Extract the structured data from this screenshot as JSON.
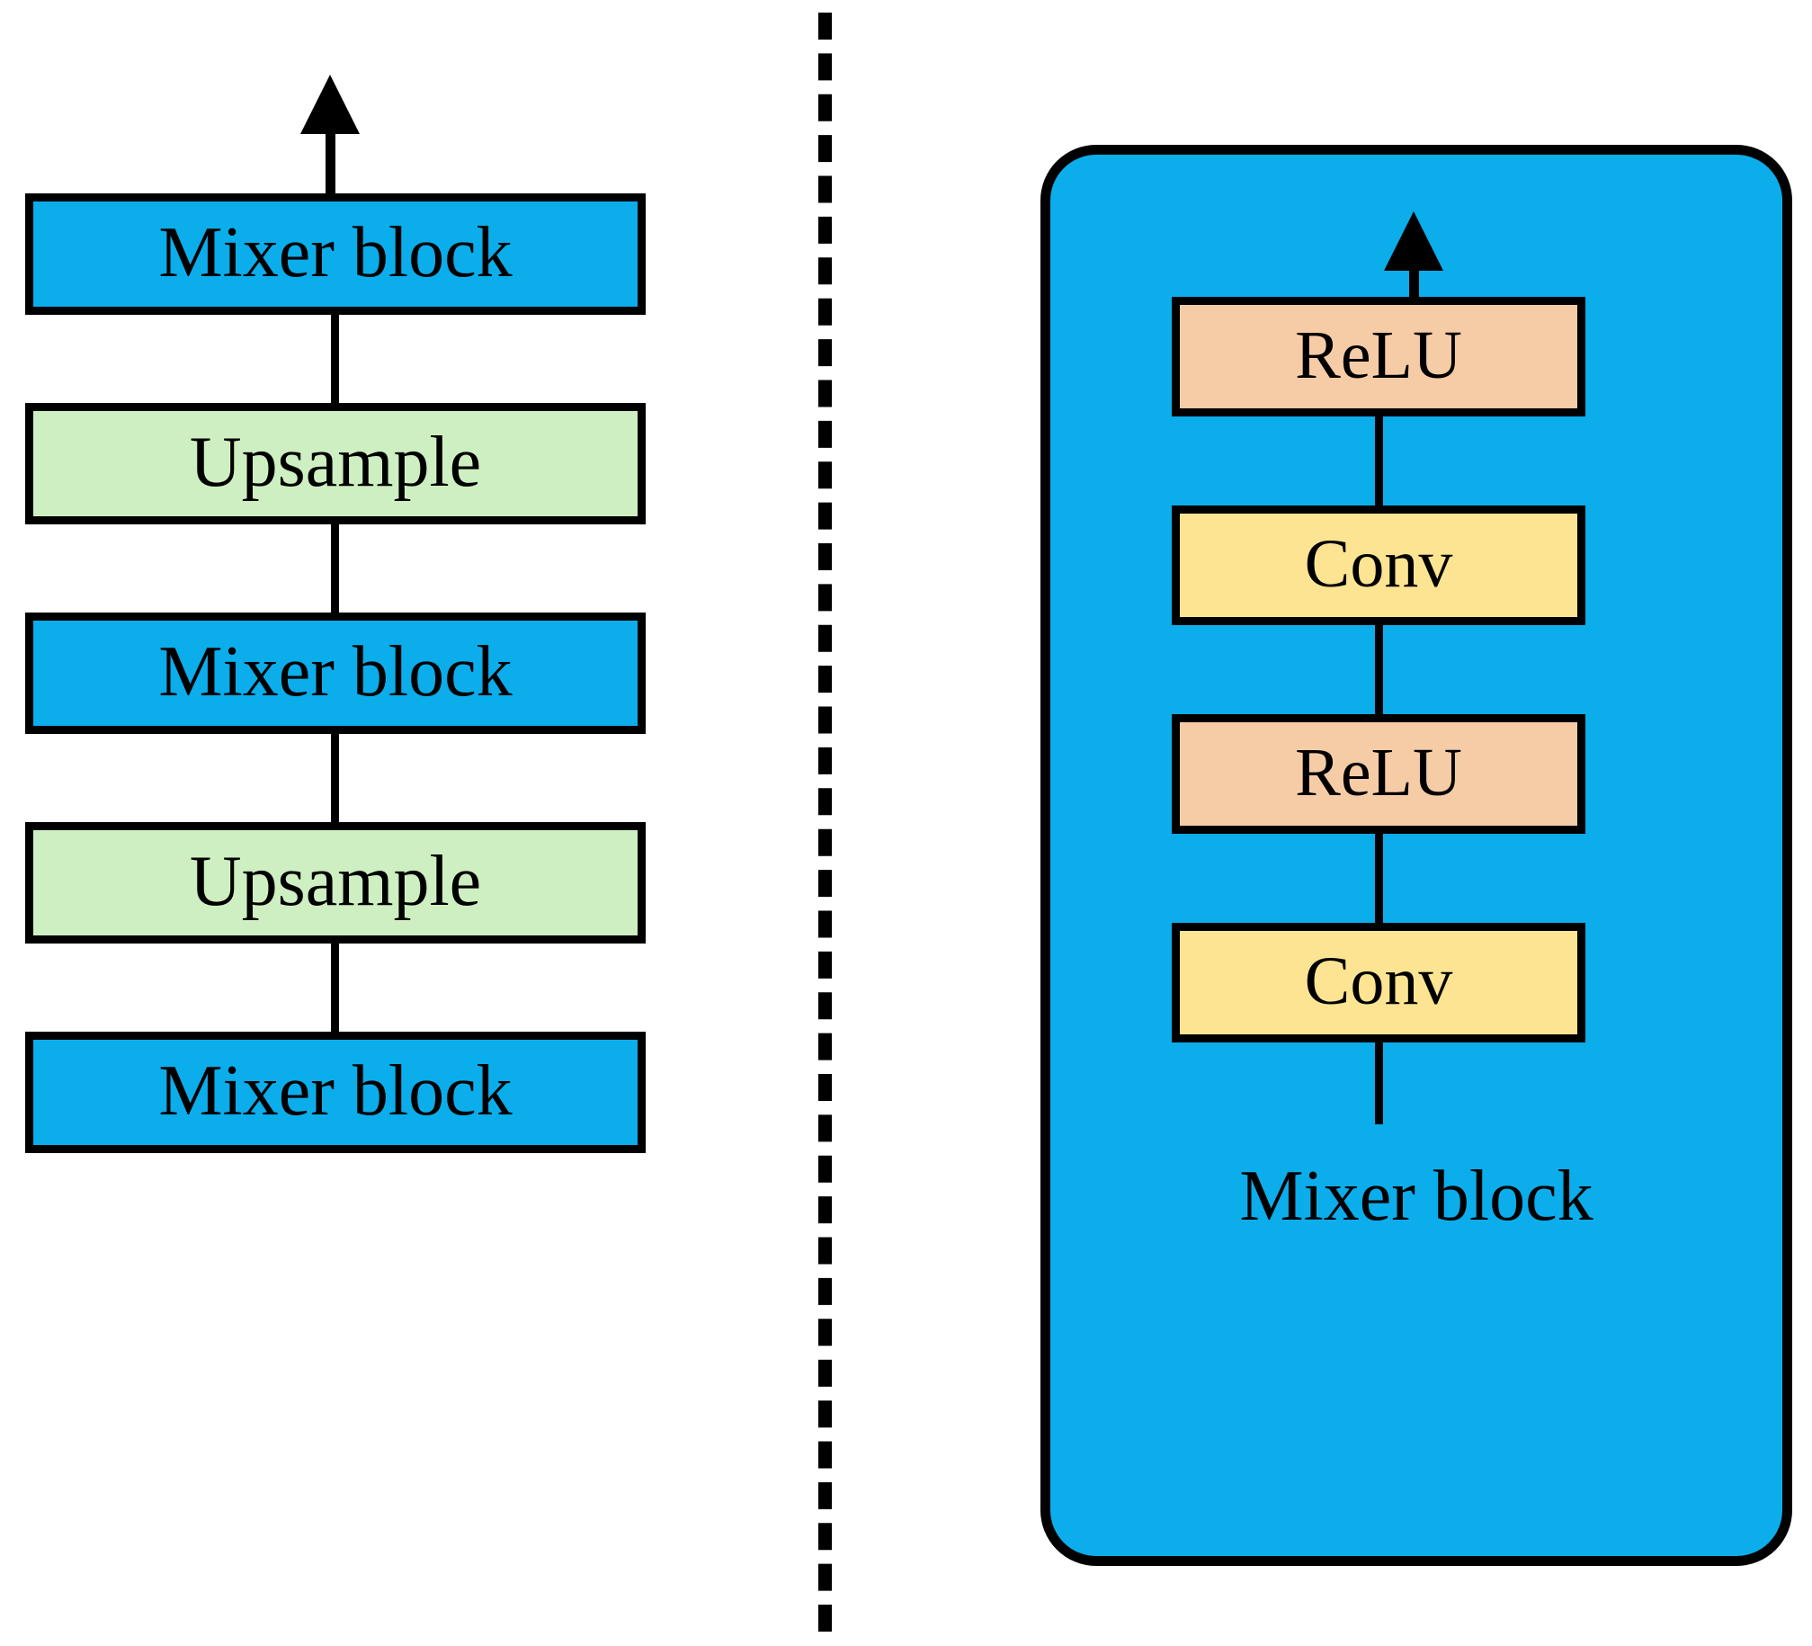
{
  "figure": {
    "type": "diagram",
    "description": "Two-panel neural network architecture diagram: decoder stack on the left, Mixer block internals on the right",
    "background_color": "#FFFFFF",
    "stroke_color": "#000000",
    "divider": {
      "name": "panel-divider",
      "style": "vertical-dashed-line",
      "color": "#000000"
    }
  },
  "colors": {
    "mixer_blue": "#0BADEB",
    "upsample_green": "#CEEFC1",
    "relu_peach": "#F6CCA7",
    "conv_yellow": "#FCE492",
    "outline": "#000000"
  },
  "left_panel": {
    "name": "decoder-stack",
    "flow_direction": "bottom-to-top",
    "output_arrow": {
      "name": "output-arrow",
      "direction": "up"
    },
    "nodes": [
      {
        "label": "Mixer block",
        "kind": "mixer",
        "fill": "#0BADEB"
      },
      {
        "label": "Upsample",
        "kind": "upsample",
        "fill": "#CEEFC1"
      },
      {
        "label": "Mixer block",
        "kind": "mixer",
        "fill": "#0BADEB"
      },
      {
        "label": "Upsample",
        "kind": "upsample",
        "fill": "#CEEFC1"
      },
      {
        "label": "Mixer block",
        "kind": "mixer",
        "fill": "#0BADEB"
      }
    ]
  },
  "right_panel": {
    "name": "mixer-block-detail",
    "container": {
      "label": "Mixer block",
      "fill": "#0BADEB",
      "shape": "rounded-rectangle"
    },
    "flow_direction": "bottom-to-top",
    "output_arrow": {
      "name": "mixer-output-arrow",
      "direction": "up"
    },
    "nodes": [
      {
        "label": "ReLU",
        "kind": "relu",
        "fill": "#F6CCA7"
      },
      {
        "label": "Conv",
        "kind": "conv",
        "fill": "#FCE492"
      },
      {
        "label": "ReLU",
        "kind": "relu",
        "fill": "#F6CCA7"
      },
      {
        "label": "Conv",
        "kind": "conv",
        "fill": "#FCE492"
      }
    ]
  }
}
